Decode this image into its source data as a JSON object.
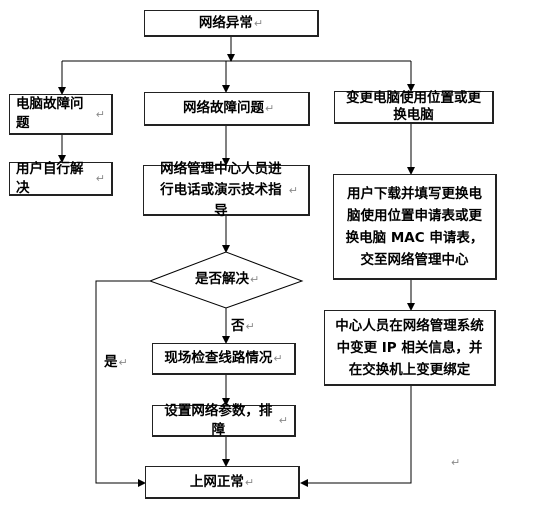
{
  "nodes": {
    "network_abnormal": "网络异常",
    "pc_fault": "电脑故障问题",
    "net_fault": "网络故障问题",
    "change_pc": "变更电脑使用位置或更换电脑",
    "user_self": "用户自行解决",
    "center_guide": "网络管理中心人员进行电话或演示技术指导",
    "solved_q": "是否解决",
    "onsite_check": "现场检查线路情况",
    "set_params": "设置网络参数，排障",
    "online_ok": "上网正常",
    "user_form": "用户下载并填写更换电脑使用位置申请表或更换电脑 MAC 申请表，交至网络管理中心",
    "center_change_ip": "中心人员在网络管理系统中变更 IP 相关信息，并在交换机上变更绑定"
  },
  "labels": {
    "no": "否",
    "yes": "是"
  },
  "paragraph_mark": "↵"
}
